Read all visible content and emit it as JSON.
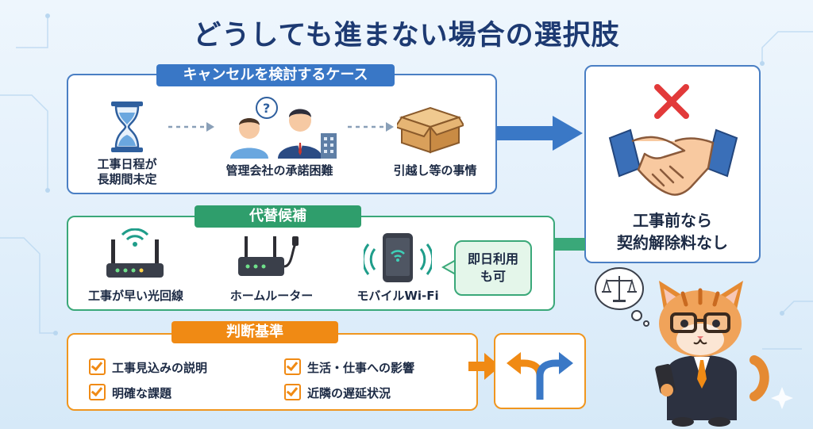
{
  "title": "どうしても進まない場合の選択肢",
  "cancel_section": {
    "heading": "キャンセルを検討するケース",
    "items": [
      {
        "label_line1": "工事日程が",
        "label_line2": "長期間未定",
        "icon": "hourglass-icon"
      },
      {
        "label": "管理会社の承諾困難",
        "icon": "people-question-icon"
      },
      {
        "label": "引越し等の事情",
        "icon": "cardboard-box-icon"
      }
    ]
  },
  "result": {
    "line1": "工事前なら",
    "line2": "契約解除料なし",
    "icons": [
      "cross-mark-icon",
      "handshake-icon"
    ]
  },
  "alternatives_section": {
    "heading": "代替候補",
    "items": [
      {
        "label": "工事が早い光回線",
        "icon": "router-wifi-icon"
      },
      {
        "label": "ホームルーター",
        "icon": "home-router-icon"
      },
      {
        "label": "モバイルWi-Fi",
        "icon": "mobile-wifi-icon"
      }
    ],
    "bubble_line1": "即日利用",
    "bubble_line2": "も可"
  },
  "criteria_section": {
    "heading": "判断基準",
    "items": [
      "工事見込みの説明",
      "生活・仕事への影響",
      "明確な課題",
      "近隣の遅延状況"
    ]
  },
  "colors": {
    "title": "#1d3a72",
    "blue": "#3977c6",
    "green": "#2f9e6c",
    "orange": "#f08a14",
    "red_cross": "#e23a3a"
  }
}
